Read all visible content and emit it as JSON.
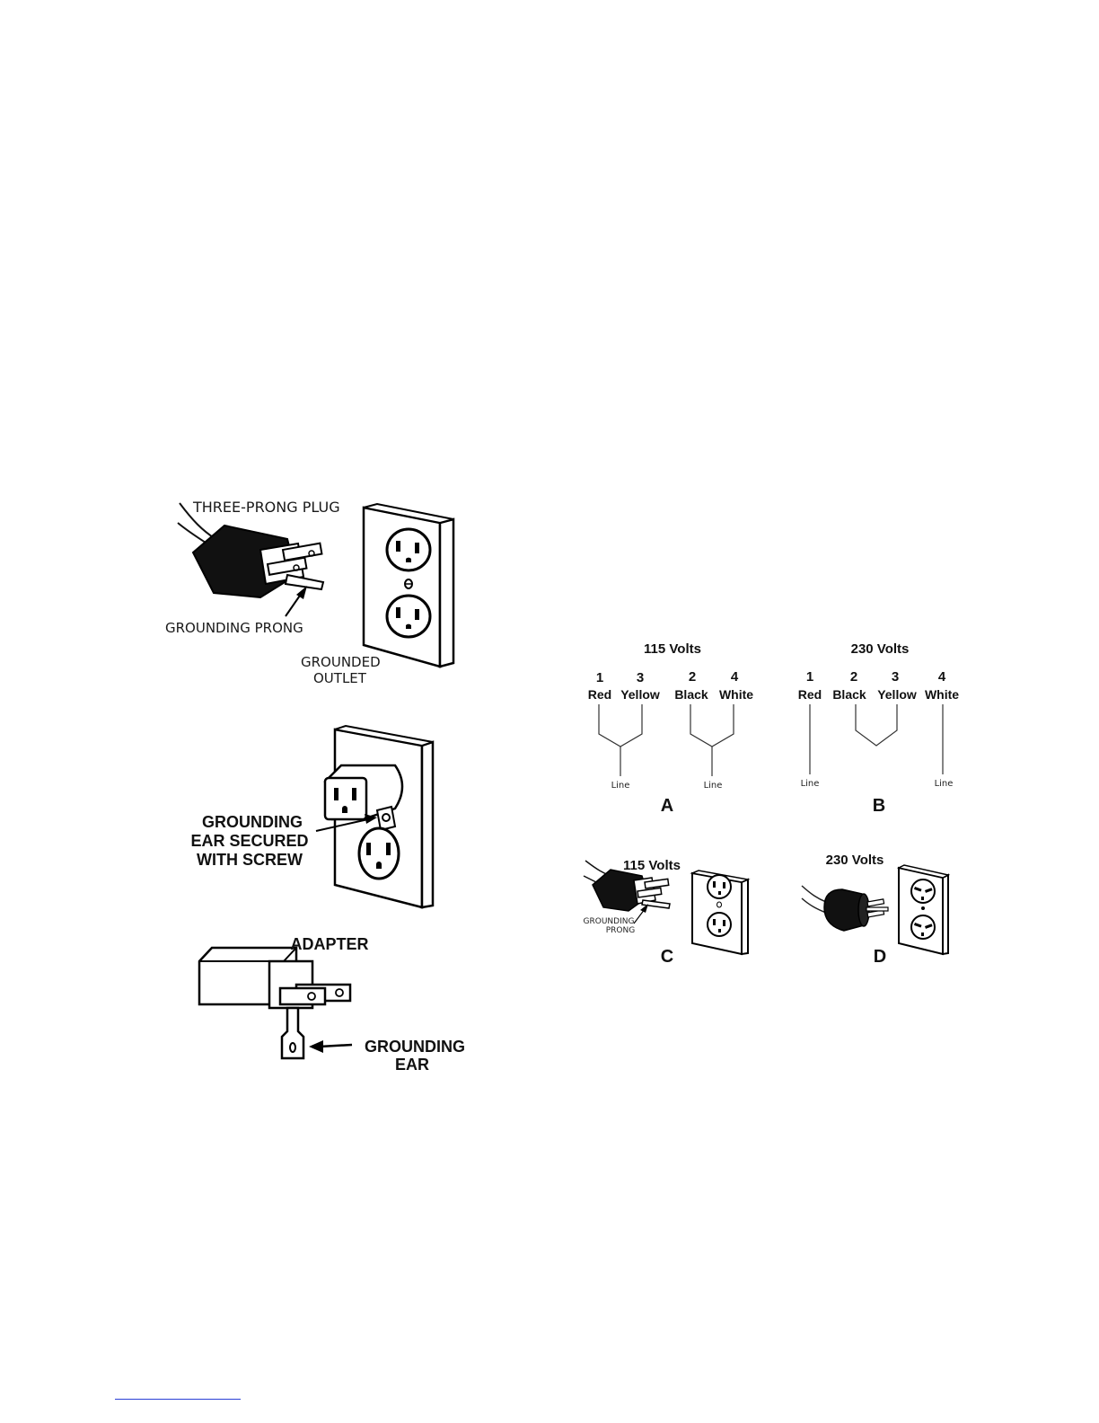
{
  "figure_1": {
    "plug_label": "THREE-PRONG PLUG",
    "prong_label": "GROUNDING PRONG",
    "outlet_label_line1": "GROUNDED",
    "outlet_label_line2": "OUTLET"
  },
  "figure_2": {
    "ear_label_line1": "GROUNDING",
    "ear_label_line2": "EAR SECURED",
    "ear_label_line3": "WITH SCREW"
  },
  "figure_3": {
    "adapter_label": "ADAPTER",
    "ear_label_line1": "GROUNDING",
    "ear_label_line2": "EAR"
  },
  "wiring": {
    "a": {
      "title": "115 Volts",
      "letter": "A",
      "wires": [
        {
          "num": "1",
          "color": "Red"
        },
        {
          "num": "3",
          "color": "Yellow"
        },
        {
          "num": "2",
          "color": "Black"
        },
        {
          "num": "4",
          "color": "White"
        }
      ],
      "line_label": "Line"
    },
    "b": {
      "title": "230 Volts",
      "letter": "B",
      "wires": [
        {
          "num": "1",
          "color": "Red"
        },
        {
          "num": "2",
          "color": "Black"
        },
        {
          "num": "3",
          "color": "Yellow"
        },
        {
          "num": "4",
          "color": "White"
        }
      ],
      "line_label": "Line"
    }
  },
  "plugs": {
    "c": {
      "title": "115 Volts",
      "letter": "C",
      "prong_line1": "GROUNDING",
      "prong_line2": "PRONG"
    },
    "d": {
      "title": "230 Volts",
      "letter": "D"
    }
  }
}
